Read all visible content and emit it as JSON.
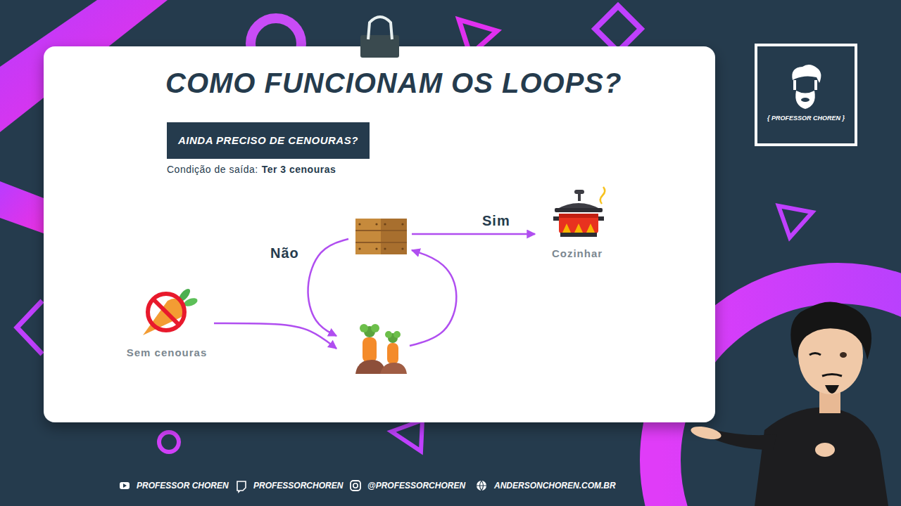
{
  "diagram": {
    "title": "COMO FUNCIONAM OS LOOPS?",
    "nodes": [
      {
        "text": [
          "AINDA PRECISO DE CENOURAS?"
        ]
      },
      {
        "text": []
      },
      {
        "text": [
          "Cozinhar"
        ]
      },
      {
        "text": [
          "Sem cenouras"
        ]
      },
      {
        "text": []
      },
      {
        "text": [
          "{ PROFESSOR CHOREN }"
        ]
      }
    ],
    "edges": [
      {
        "from": 3,
        "to": 4,
        "arrow": "to"
      },
      {
        "from": 4,
        "to": 1,
        "arrow": "to"
      },
      {
        "from": 1,
        "to": 4,
        "label": "Não",
        "arrow": "to"
      },
      {
        "from": 1,
        "to": 2,
        "label": "Sim",
        "arrow": "to"
      }
    ],
    "labels": [
      "Condição de saída:",
      "Ter 3 cenouras",
      "PROFESSOR CHOREN",
      "PROFESSORCHOREN",
      "@PROFESSORCHOREN",
      "ANDERSONCHOREN.COM.BR"
    ]
  }
}
